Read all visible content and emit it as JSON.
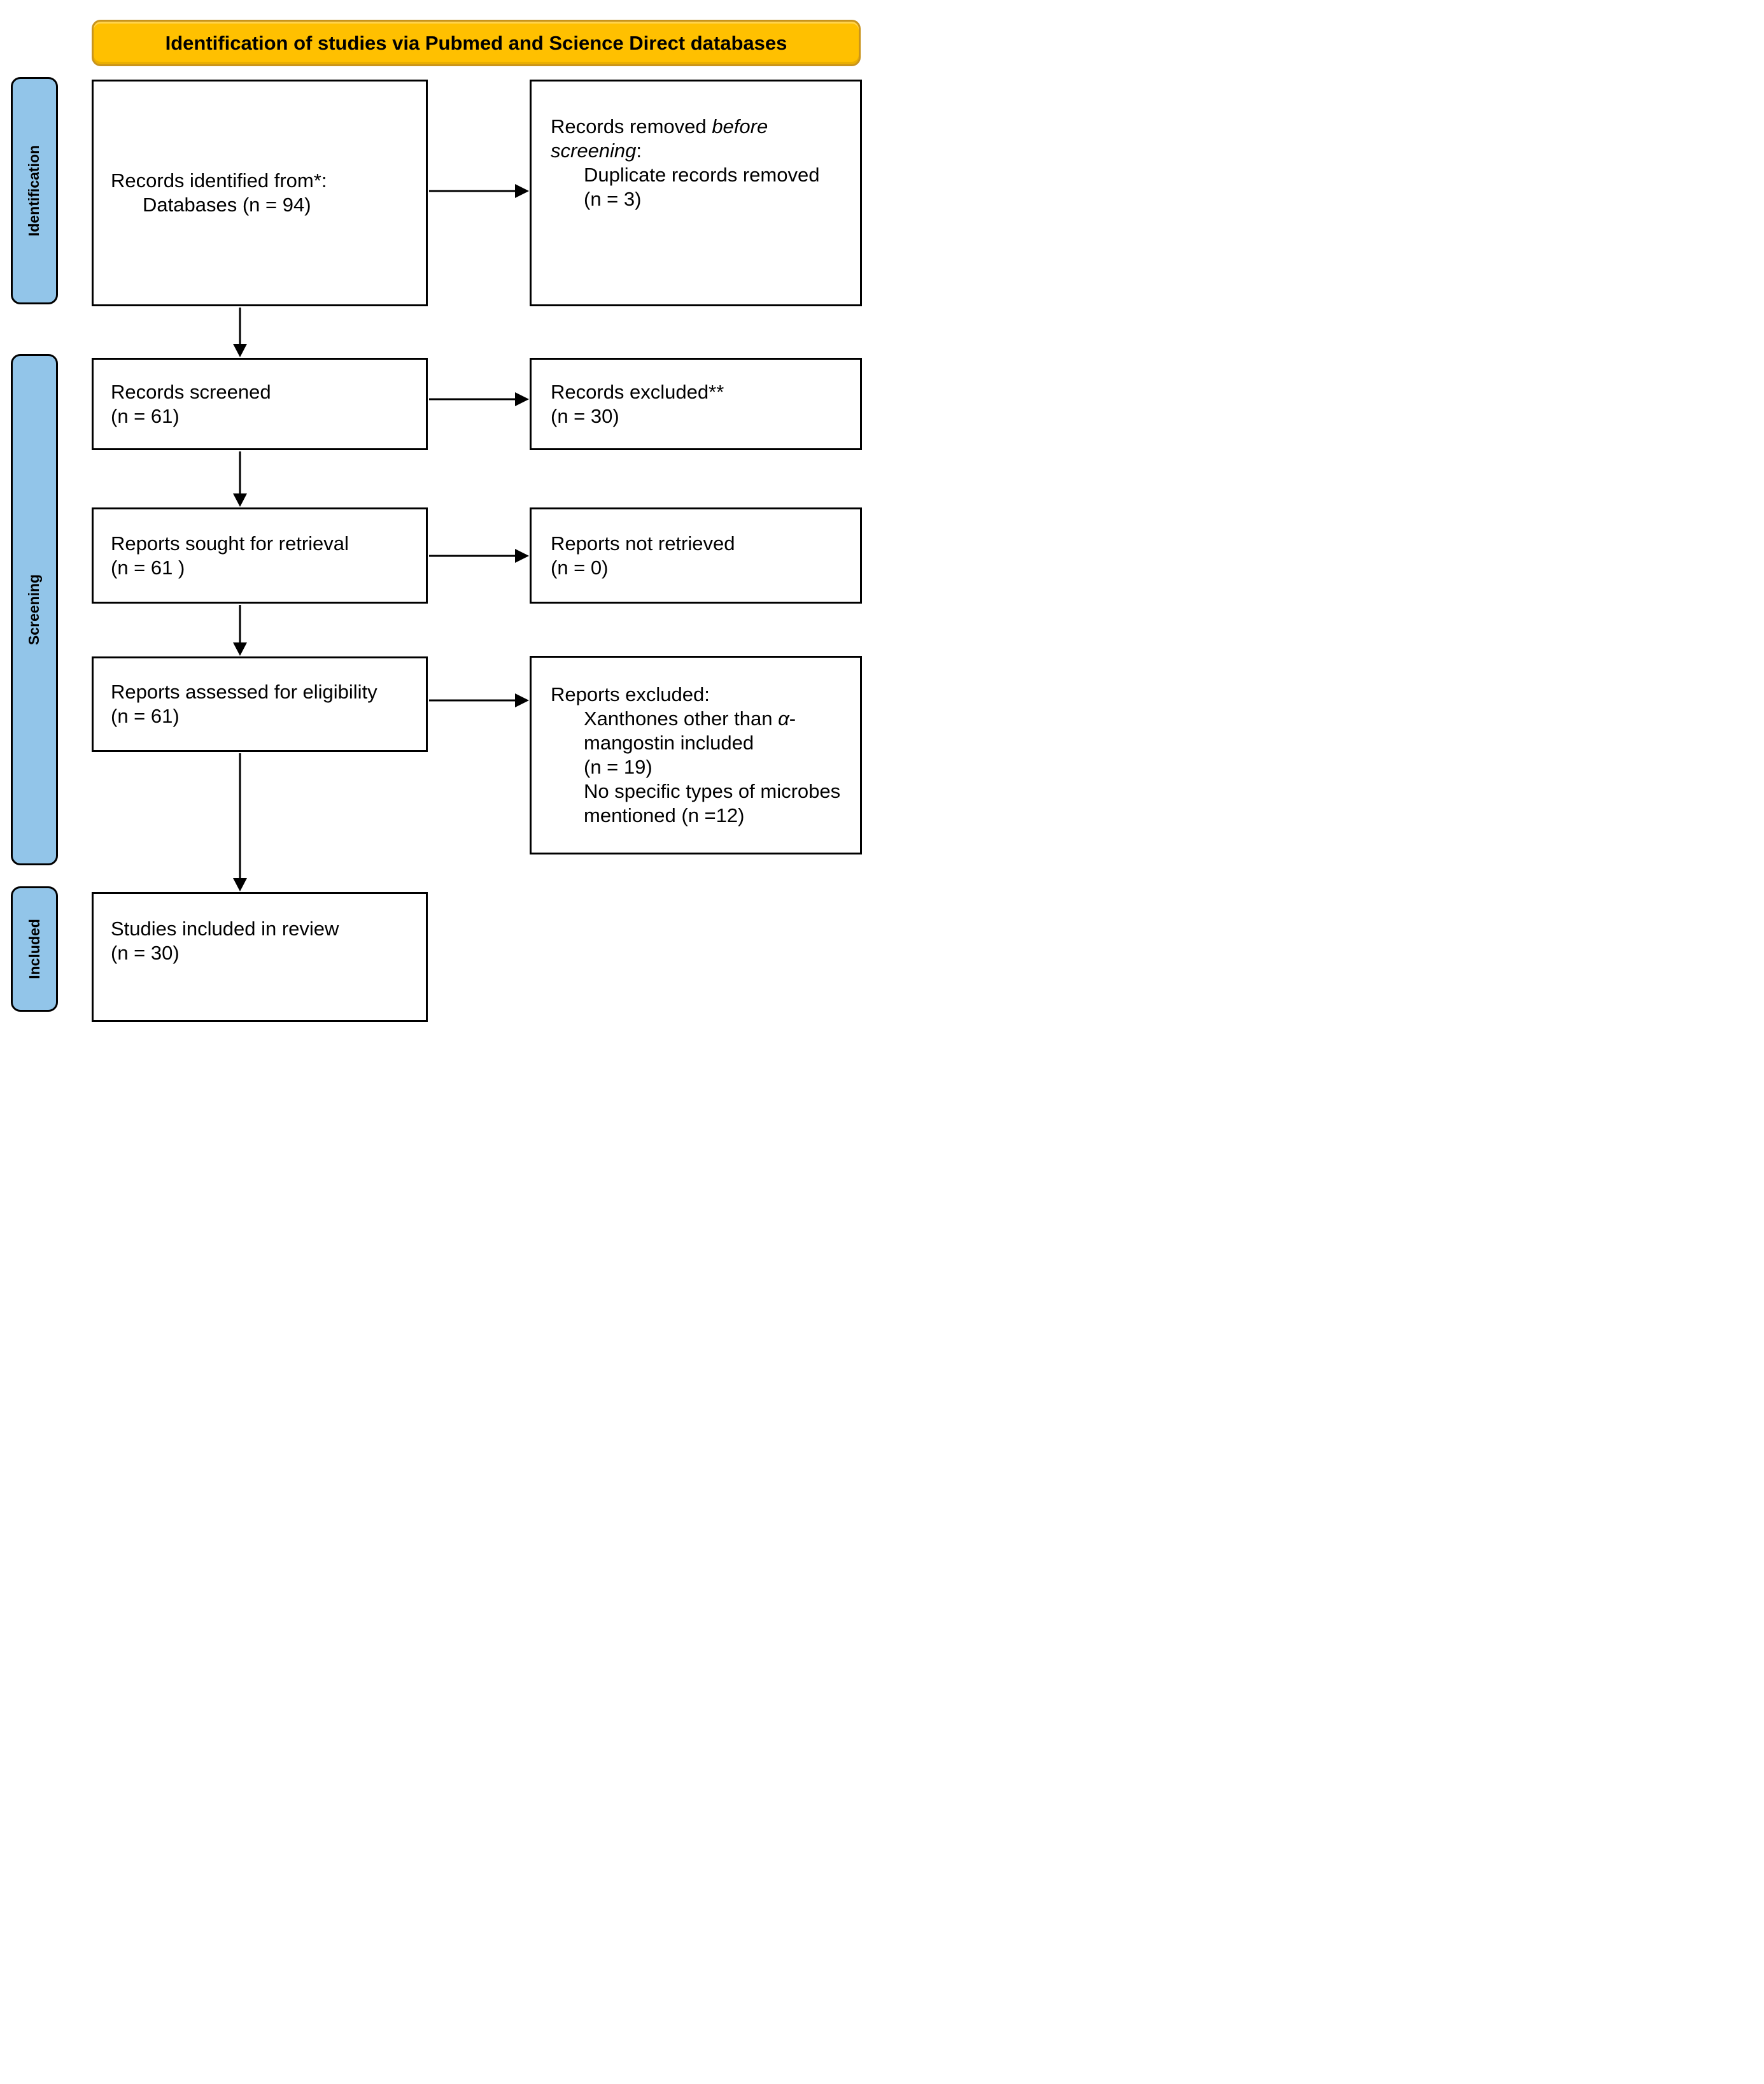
{
  "banner": {
    "label": "Identification of studies via Pubmed and Science Direct databases"
  },
  "stages": {
    "identification": "Identification",
    "screening": "Screening",
    "included": "Included"
  },
  "boxes": {
    "identified": {
      "line1": "Records identified from*:",
      "line2": "Databases (n = 94)"
    },
    "removed": {
      "line1_normal": "Records removed ",
      "line1_italic": "before",
      "line2_italic": "screening",
      "line2_normal": ":",
      "line3": "Duplicate records removed",
      "line4": "(n = 3)"
    },
    "screened": {
      "line1": "Records screened",
      "line2": "(n = 61)"
    },
    "excluded": {
      "line1": "Records excluded**",
      "line2": "(n = 30)"
    },
    "sought": {
      "line1": "Reports sought for retrieval",
      "line2": "(n = 61 )"
    },
    "not_retrieved": {
      "line1": "Reports not retrieved",
      "line2": "(n = 0)"
    },
    "assessed": {
      "line1": "Reports assessed for eligibility",
      "line2": "(n = 61)"
    },
    "reports_excluded": {
      "line1": "Reports excluded:",
      "line2_normal1": "Xanthones other than ",
      "line2_italic": "α",
      "line2_normal2": "-",
      "line3": "mangostin included",
      "line4": "(n = 19)",
      "line5": "No specific types of microbes",
      "line6": "mentioned (n =12)"
    },
    "included_review": {
      "line1": "Studies included in review",
      "line2": "(n = 30)"
    }
  },
  "colors": {
    "banner_fill": "#FFC000",
    "banner_border": "#C9941C",
    "stage_fill": "#92C5E9",
    "outline": "#000000",
    "box_fill": "#FFFFFF",
    "text": "#000000",
    "arrow": "#000000"
  }
}
